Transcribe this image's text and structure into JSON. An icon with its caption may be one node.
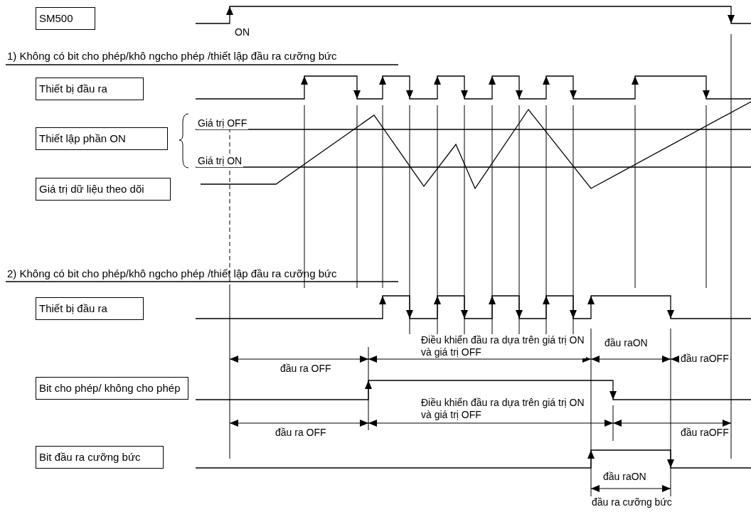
{
  "diagram": {
    "nodes": [
      {
        "text": [
          "SM500"
        ]
      },
      {
        "text": [
          "Thiết bị đầu ra"
        ]
      },
      {
        "text": [
          "Thiết lập phần ON"
        ]
      },
      {
        "text": [
          "Giá trị dữ liệu theo dõi"
        ]
      },
      {
        "text": [
          "Thiết bị đầu ra"
        ]
      },
      {
        "text": [
          "Bit cho phép/ không cho phép"
        ]
      },
      {
        "text": [
          "Bit đầu ra cưỡng bức"
        ]
      }
    ],
    "labels": [
      "ON",
      "1) Không có bit cho phép/khô ngcho phép /thiết lập đầu ra cưỡng bức",
      "Giá trị OFF",
      "Giá trị ON",
      "2) Không có bit cho phép/khô ngcho phép /thiết lập đầu ra cưỡng bức",
      "Điều khiển đầu ra dựa trên giá trị ON và giá trị OFF",
      "đầu raON",
      "đầu ra OFF",
      "đầu raOFF",
      "Điều khiển đầu ra dựa trên giá trị ON và giá trị OFF",
      "đầu ra OFF",
      "đầu raOFF",
      "đầu raON",
      "đầu ra cưỡng bức"
    ]
  }
}
